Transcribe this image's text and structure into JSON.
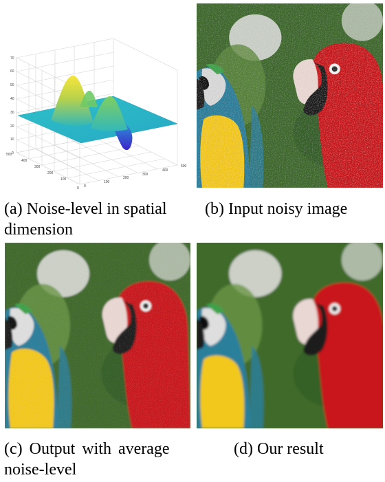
{
  "captions": {
    "a_line1": "(a) Noise-level in spatial",
    "a_line2": "dimension",
    "b": "(b) Input noisy image",
    "c_line1": "(c) Output with average",
    "c_line2": "noise-level",
    "d": "(d) Our result"
  },
  "surface_plot": {
    "z_ticks": [
      "0",
      "10",
      "20",
      "30",
      "40",
      "50",
      "60",
      "70"
    ],
    "y_ticks": [
      "0",
      "100",
      "200",
      "300",
      "400",
      "500"
    ],
    "x_ticks": [
      "0",
      "100",
      "200",
      "300",
      "400",
      "500"
    ]
  },
  "colors": {
    "parrot_red": "#c8191c",
    "macaw_yellow": "#f2c81a",
    "macaw_blue": "#2b7f9b",
    "foliage_green": "#3f6a2c",
    "surface_cyan": "#2bb5c8",
    "peak_yellow": "#f6e23a",
    "trough_blue": "#3a2fd0"
  }
}
